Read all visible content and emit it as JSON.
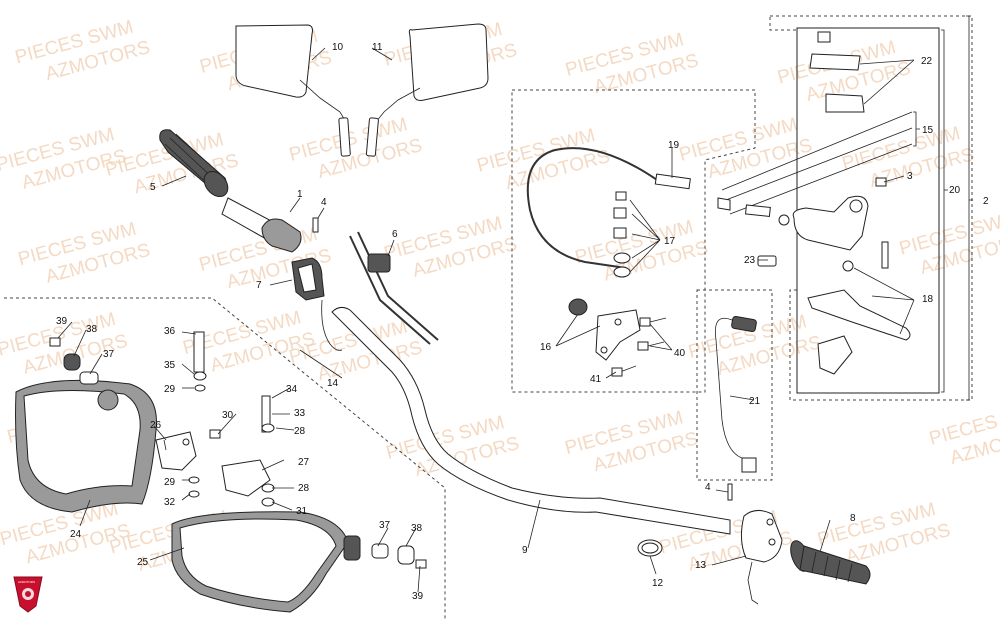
{
  "watermark": {
    "line1": "PIECES SWM",
    "line2": "AZMOTORS",
    "color": "#f1cdb0"
  },
  "logo": {
    "text": "AZMOTORS",
    "color": "#c8102e"
  },
  "callouts": {
    "c1": "1",
    "c2": "2",
    "c3": "3",
    "c4a": "4",
    "c4b": "4",
    "c5": "5",
    "c6": "6",
    "c7": "7",
    "c8": "8",
    "c9": "9",
    "c10": "10",
    "c11": "11",
    "c12": "12",
    "c13": "13",
    "c14": "14",
    "c15": "15",
    "c16": "16",
    "c17": "17",
    "c18": "18",
    "c19": "19",
    "c20": "20",
    "c21": "21",
    "c22": "22",
    "c23": "23",
    "c24": "24",
    "c25": "25",
    "c26": "26",
    "c27": "27",
    "c28a": "28",
    "c28b": "28",
    "c29a": "29",
    "c29b": "29",
    "c30": "30",
    "c31": "31",
    "c32": "32",
    "c33": "33",
    "c34": "34",
    "c35": "35",
    "c36": "36",
    "c37a": "37",
    "c37b": "37",
    "c38a": "38",
    "c38b": "38",
    "c39a": "39",
    "c39b": "39",
    "c40": "40",
    "c41": "41"
  }
}
